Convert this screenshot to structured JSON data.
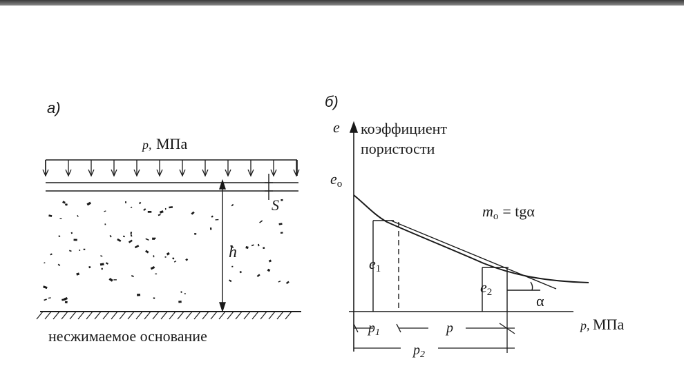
{
  "panel_a": {
    "label": "а)",
    "load_p": "p,",
    "load_unit": "МПа",
    "settlement": "S",
    "height": "h",
    "base_caption": "несжимаемое основание"
  },
  "panel_b": {
    "label": "б)",
    "y_axis_symbol": "e",
    "y_axis_caption_line1": "коэффициент",
    "y_axis_caption_line2": "пористости",
    "e0": "e",
    "e0_sub": "o",
    "formula_m": "m",
    "formula_m_sub": "o",
    "formula_rest": "= tgα",
    "e1": "e",
    "e1_sub": "1",
    "e2": "e",
    "e2_sub": "2",
    "alpha": "α",
    "p1": "p",
    "p1_sub": "1",
    "p_delta": "p",
    "p2": "p",
    "p2_sub": "2",
    "x_axis_symbol": "p,",
    "x_axis_unit": "МПа"
  },
  "colors": {
    "ink": "#1a1a1a",
    "bg": "#ffffff"
  }
}
